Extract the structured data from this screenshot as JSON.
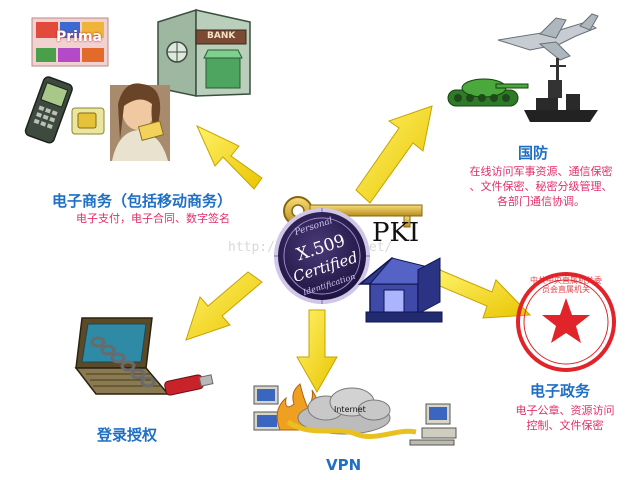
{
  "center": {
    "seal_line1": "X.509",
    "seal_line2": "Certified",
    "seal_arc_top": "Personal",
    "seal_arc_bottom": "Identification",
    "pki_label": "PKI"
  },
  "ecommerce": {
    "title": "电子商务（包括移动商务）",
    "subtitle": "电子支付，电子合同、数字签名",
    "card_brand": "Prima",
    "bank_sign": "BANK"
  },
  "defense": {
    "title": "国防",
    "subtitle_lines": [
      "在线访问军事资源、通信保密",
      "、文件保密、秘密分级管理、",
      "各部门通信协调。"
    ]
  },
  "gov": {
    "title": "电子政务",
    "subtitle_lines": [
      "电子公章、资源访问",
      "控制、文件保密"
    ],
    "seal_text": "中共中央直属机关委员会直属机关"
  },
  "login": {
    "title": "登录授权"
  },
  "vpn": {
    "title": "VPN",
    "cloud_label": "Internet"
  },
  "watermark": "http://blog.csdn.net/"
}
